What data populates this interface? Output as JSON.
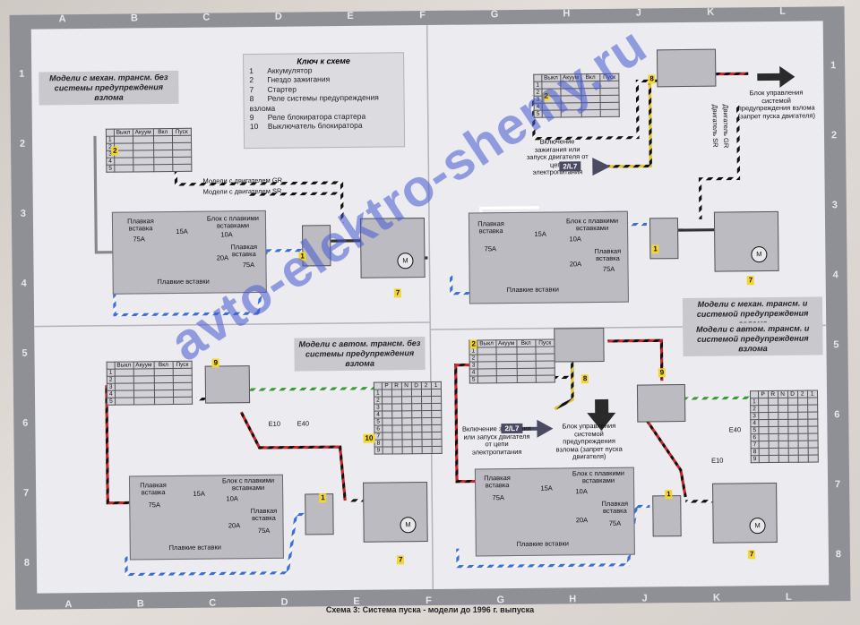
{
  "columns": [
    "A",
    "B",
    "C",
    "D",
    "E",
    "F",
    "G",
    "H",
    "J",
    "K",
    "L"
  ],
  "rows": [
    "1",
    "2",
    "3",
    "4",
    "5",
    "6",
    "7",
    "8"
  ],
  "key": {
    "title": "Ключ к схеме",
    "items": [
      {
        "n": "1",
        "label": "Аккумулятор"
      },
      {
        "n": "2",
        "label": "Гнездо зажигания"
      },
      {
        "n": "7",
        "label": "Стартер"
      },
      {
        "n": "8",
        "label": "Реле системы предупреждения взлома"
      },
      {
        "n": "9",
        "label": "Реле блокиратора стартера"
      },
      {
        "n": "10",
        "label": "Выключатель блокиратора"
      }
    ]
  },
  "switch_headers": [
    "Выкл",
    "Акуум",
    "Вкл",
    "Пуск"
  ],
  "switch_rows": [
    "1",
    "2",
    "3",
    "4",
    "5"
  ],
  "gear_headers": [
    "P",
    "R",
    "N",
    "D",
    "2",
    "1"
  ],
  "quad_titles": {
    "tl": "Модели с механ. трансм. без системы предупреждения взлома",
    "bl": "Модели с автом. трансм. без системы предупреждения взлома",
    "r1": "Модели с механ. трансм. и системой предупреждения взлома",
    "r2": "Модели с автом. трансм. и системой предупреждения взлома"
  },
  "fuse": {
    "plavkaya": "Плавкая вставка",
    "blok": "Блок с плавкими вставками",
    "plavkie": "Плавкие вставки",
    "a75": "75A",
    "a15": "15A",
    "a10": "10A",
    "a20": "20A"
  },
  "labels": {
    "engine_gr": "Модели с двигателем GR",
    "engine_sr": "Модели с двигателем SR",
    "engine_gr_short": "Двигатель GR",
    "engine_sr_short": "Двигатель SR",
    "ignition_supply": "Включение зажигания или запуск двигателя от цепи электропитания",
    "alarm_block": "Блок управления системой предупреждения взлома (запрет пуска двигателя)",
    "e10": "E10",
    "e40": "E40",
    "ref": "2/L7",
    "motor": "M"
  },
  "numbers": {
    "n1": "1",
    "n2": "2",
    "n7": "7",
    "n8": "8",
    "n9": "9",
    "n10": "10"
  },
  "caption": "Схема 3: Система пуска - модели до 1996 г. выпуска",
  "watermark": "avto-elektro-shemy.ru",
  "colors": {
    "frame": "#8e9096",
    "panel": "#ecebef",
    "title_bg": "#c9c8cd",
    "number_bg": "#f3d631",
    "watermark": "#465ad2"
  }
}
